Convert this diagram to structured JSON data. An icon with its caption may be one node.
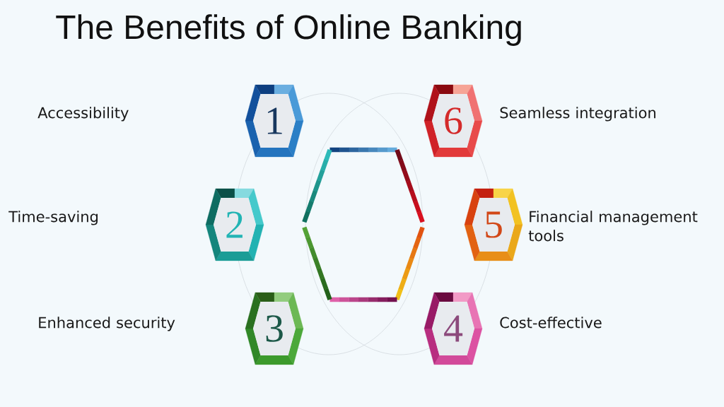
{
  "diagram": {
    "title": "The Benefits of Online Banking",
    "nodes": [
      {
        "text": [
          "1"
        ]
      },
      {
        "text": [
          "2"
        ]
      },
      {
        "text": [
          "3"
        ]
      },
      {
        "text": [
          "4"
        ],
        "beside": [
          "Cost-effective"
        ]
      },
      {
        "text": [
          "5"
        ],
        "beside": [
          "Financial management tools"
        ]
      },
      {
        "text": [
          "6"
        ],
        "beside": [
          "Seamless integration"
        ]
      },
      {
        "text": [],
        "shape": "hexagon"
      }
    ],
    "labels": [
      "Accessibility",
      "Time-saving",
      "Enhanced security"
    ]
  }
}
